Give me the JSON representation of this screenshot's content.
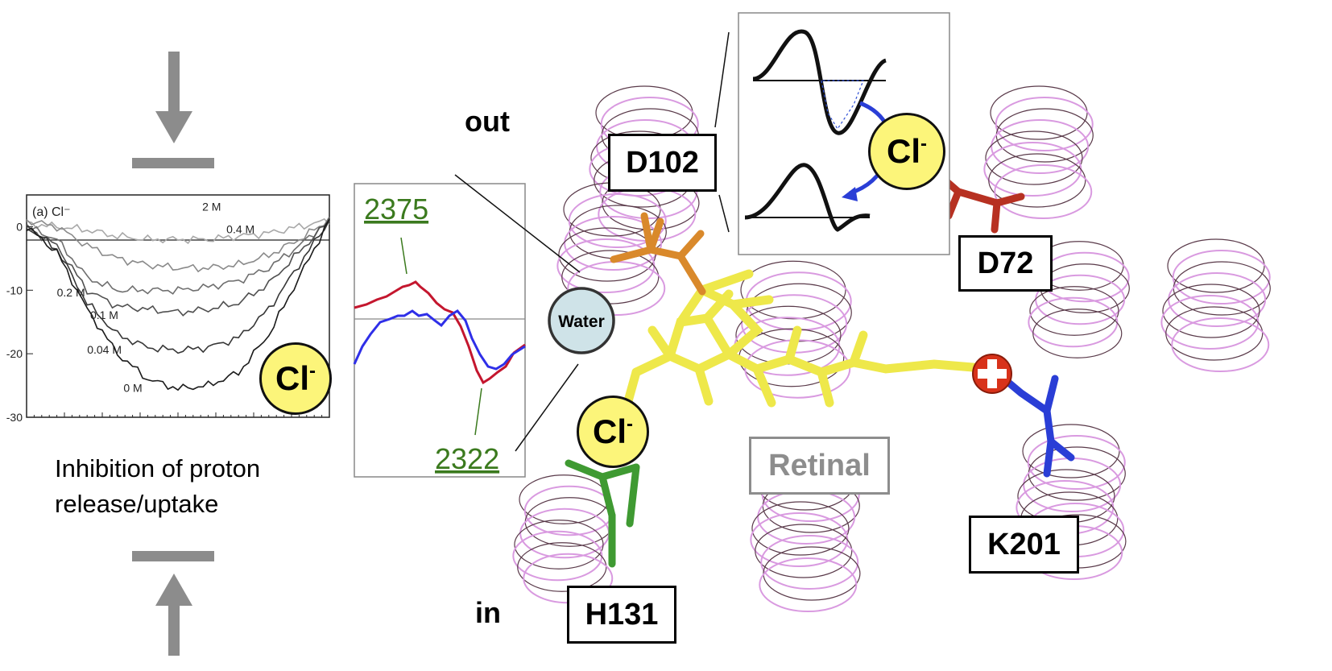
{
  "labels": {
    "out": "out",
    "in": "in",
    "d102": "D102",
    "d72": "D72",
    "h131": "H131",
    "k201": "K201",
    "retinal": "Retinal",
    "water": "Water",
    "chloride": "Cl",
    "chloride_charge": "-",
    "inhibition_line1": "Inhibition of proton",
    "inhibition_line2": "release/uptake"
  },
  "spectrum_inset": {
    "peak_label_top": "2375",
    "peak_label_bottom": "2322",
    "label_color": "#3b7a1e"
  },
  "colors": {
    "d102": "#d9892b",
    "d72": "#b73122",
    "h131": "#3f9a32",
    "k201": "#2a3ed6",
    "retinal": "#eee84a",
    "helix": "#d99ae0",
    "water_fill": "#cfe3e8",
    "chloride_fill": "#fcf57a",
    "plus_fill": "#d8321a",
    "arrow_gray": "#8c8c8c",
    "curve_red": "#c4162e",
    "curve_blue": "#2f2fe8"
  },
  "chart_data": {
    "type": "line",
    "title": "(a) Cl⁻",
    "xlabel": "",
    "ylabel": "",
    "ylim": [
      -30,
      5
    ],
    "yticks": [
      "0",
      "-10",
      "-20",
      "-30"
    ],
    "x": [
      0,
      0.1,
      0.2,
      0.3,
      0.4,
      0.5,
      0.6,
      0.7,
      0.8,
      0.9,
      1.0
    ],
    "series": [
      {
        "name": "2 M",
        "values": [
          0.5,
          0,
          -0.5,
          -1.5,
          -2,
          -2,
          -2,
          -1.5,
          -1,
          0,
          1
        ]
      },
      {
        "name": "0.4 M",
        "values": [
          1,
          0,
          -3,
          -5,
          -6,
          -6.5,
          -6.5,
          -6,
          -4.5,
          -2,
          1
        ]
      },
      {
        "name": "0.2 M",
        "values": [
          0,
          -2,
          -8,
          -10,
          -10,
          -10,
          -9.5,
          -8.5,
          -6.5,
          -3,
          1
        ]
      },
      {
        "name": "0.1 M",
        "values": [
          0,
          -3,
          -10,
          -12.5,
          -13,
          -13.5,
          -13,
          -12,
          -9,
          -4,
          1
        ]
      },
      {
        "name": "0.04 M",
        "values": [
          0,
          -3.5,
          -12,
          -17,
          -19,
          -19.5,
          -19,
          -17.5,
          -13,
          -6,
          1
        ]
      },
      {
        "name": "0 M",
        "values": [
          0,
          -4,
          -13,
          -20,
          -24,
          -25.5,
          -25,
          -23,
          -17,
          -8,
          1
        ]
      }
    ]
  }
}
